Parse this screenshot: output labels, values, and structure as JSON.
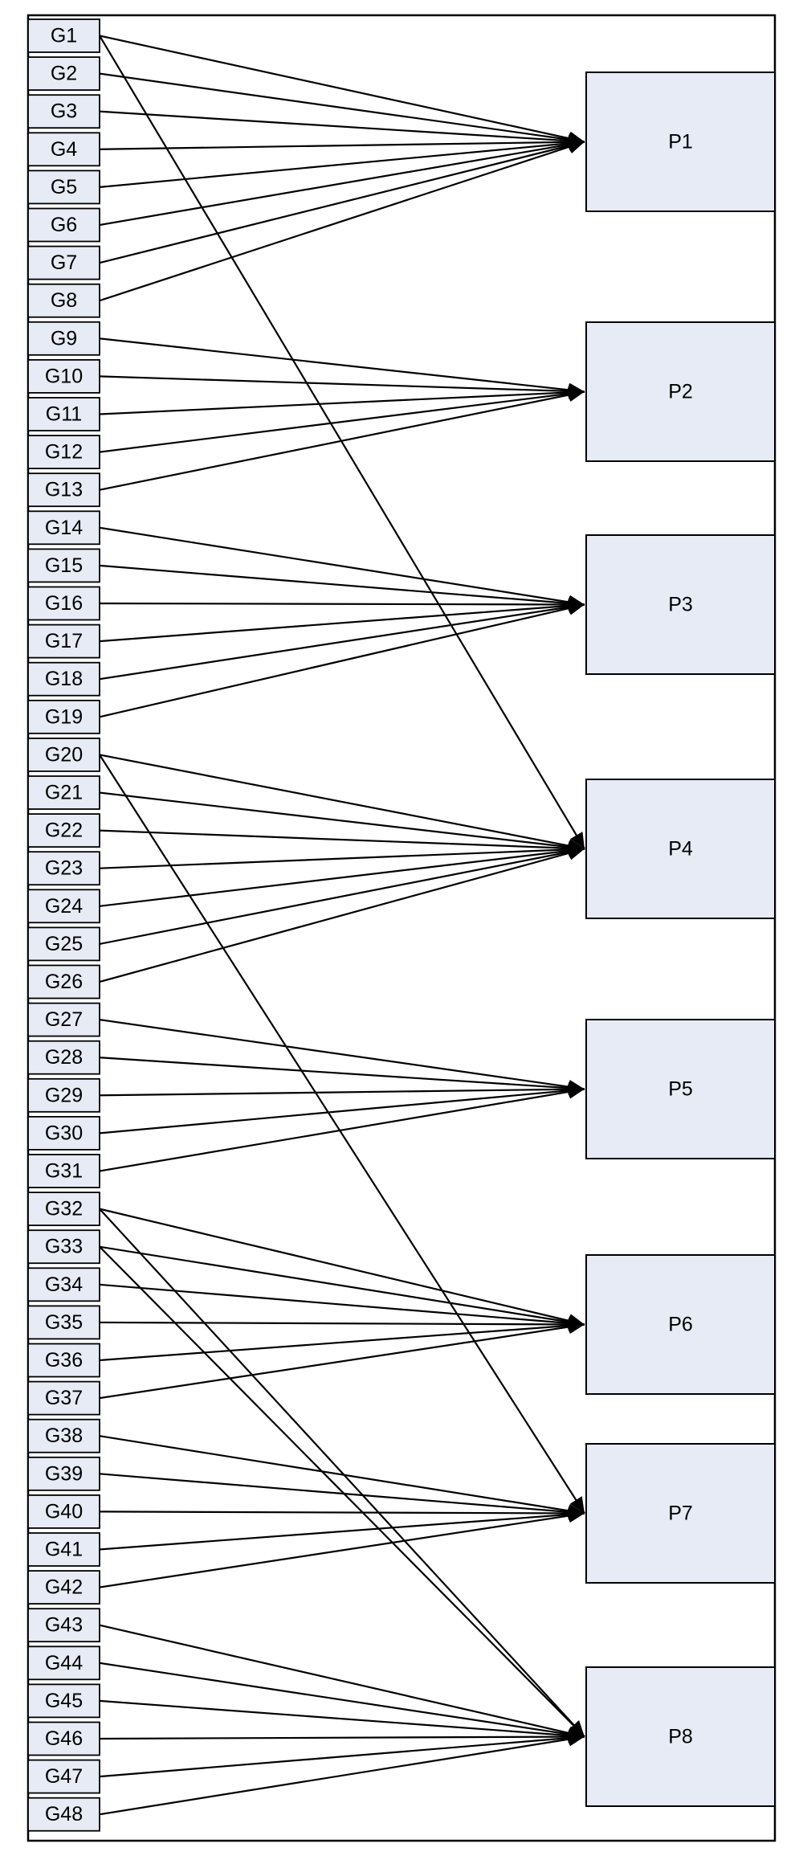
{
  "gene_nodes": [
    "G1",
    "G2",
    "G3",
    "G4",
    "G5",
    "G6",
    "G7",
    "G8",
    "G9",
    "G10",
    "G11",
    "G12",
    "G13",
    "G14",
    "G15",
    "G16",
    "G17",
    "G18",
    "G19",
    "G20",
    "G21",
    "G22",
    "G23",
    "G24",
    "G25",
    "G26",
    "G27",
    "G28",
    "G29",
    "G30",
    "G31",
    "G32",
    "G33",
    "G34",
    "G35",
    "G36",
    "G37",
    "G38",
    "G39",
    "G40",
    "G41",
    "G42",
    "G43",
    "G44",
    "G45",
    "G46",
    "G47",
    "G48"
  ],
  "p_nodes": [
    "P1",
    "P2",
    "P3",
    "P4",
    "P5",
    "P6",
    "P7",
    "P8"
  ],
  "edges": [
    [
      "G1",
      "P1"
    ],
    [
      "G2",
      "P1"
    ],
    [
      "G3",
      "P1"
    ],
    [
      "G4",
      "P1"
    ],
    [
      "G5",
      "P1"
    ],
    [
      "G6",
      "P1"
    ],
    [
      "G7",
      "P1"
    ],
    [
      "G8",
      "P1"
    ],
    [
      "G1",
      "P4"
    ],
    [
      "G9",
      "P2"
    ],
    [
      "G10",
      "P2"
    ],
    [
      "G11",
      "P2"
    ],
    [
      "G12",
      "P2"
    ],
    [
      "G13",
      "P2"
    ],
    [
      "G14",
      "P3"
    ],
    [
      "G15",
      "P3"
    ],
    [
      "G16",
      "P3"
    ],
    [
      "G17",
      "P3"
    ],
    [
      "G18",
      "P3"
    ],
    [
      "G19",
      "P3"
    ],
    [
      "G20",
      "P4"
    ],
    [
      "G21",
      "P4"
    ],
    [
      "G22",
      "P4"
    ],
    [
      "G23",
      "P4"
    ],
    [
      "G24",
      "P4"
    ],
    [
      "G25",
      "P4"
    ],
    [
      "G26",
      "P4"
    ],
    [
      "G20",
      "P7"
    ],
    [
      "G27",
      "P5"
    ],
    [
      "G28",
      "P5"
    ],
    [
      "G29",
      "P5"
    ],
    [
      "G30",
      "P5"
    ],
    [
      "G31",
      "P5"
    ],
    [
      "G32",
      "P6"
    ],
    [
      "G33",
      "P6"
    ],
    [
      "G34",
      "P6"
    ],
    [
      "G35",
      "P6"
    ],
    [
      "G36",
      "P6"
    ],
    [
      "G37",
      "P6"
    ],
    [
      "G32",
      "P8"
    ],
    [
      "G33",
      "P8"
    ],
    [
      "G38",
      "P7"
    ],
    [
      "G39",
      "P7"
    ],
    [
      "G40",
      "P7"
    ],
    [
      "G41",
      "P7"
    ],
    [
      "G42",
      "P7"
    ],
    [
      "G43",
      "P8"
    ],
    [
      "G44",
      "P8"
    ],
    [
      "G45",
      "P8"
    ],
    [
      "G46",
      "P8"
    ],
    [
      "G47",
      "P8"
    ],
    [
      "G48",
      "P8"
    ]
  ]
}
